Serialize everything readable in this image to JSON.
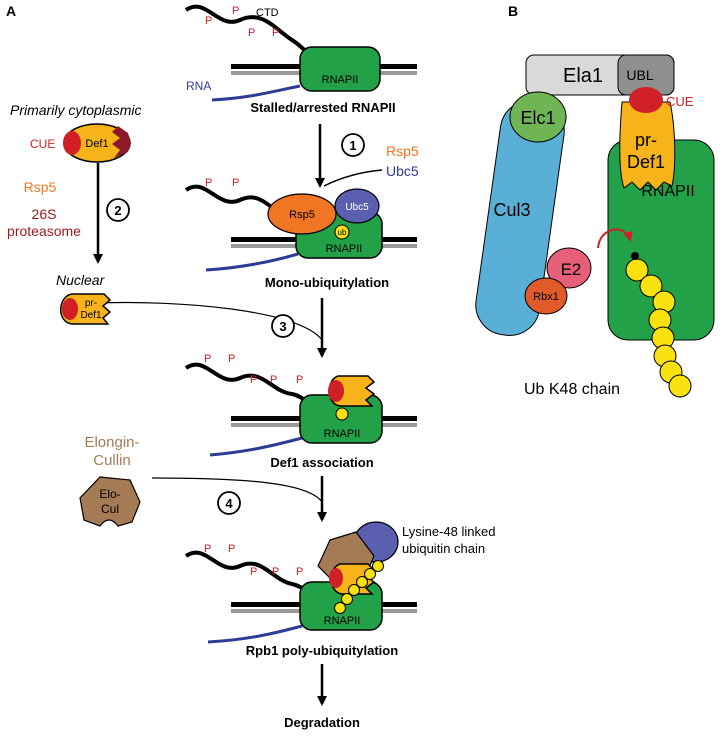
{
  "panel_a": {
    "label": "A",
    "stages": {
      "s1": "Stalled/arrested RNAPII",
      "s2": "Mono-ubiquitylation",
      "s3": "Def1 association",
      "s4": "Rpb1 poly-ubiquitylation",
      "s5": "Degradation"
    },
    "steps": {
      "n1": "1",
      "n2": "2",
      "n3": "3",
      "n4": "4"
    },
    "labels": {
      "ctd": "CTD",
      "rna": "RNA",
      "rnapii": "RNAPII",
      "phospho": "P",
      "rsp5": "Rsp5",
      "ubc5": "Ubc5",
      "ub": "ub",
      "primarily_cytoplasmic": "Primarily cytoplasmic",
      "cue": "CUE",
      "def1": "Def1",
      "proteasome_26s_l1": "26S",
      "proteasome_26s_l2": "proteasome",
      "nuclear": "Nuclear",
      "pr_def1_l1": "pr-",
      "pr_def1_l2": "Def1",
      "elongin_l1": "Elongin-",
      "elongin_l2": "Cullin",
      "elo_l1": "Elo-",
      "elo_l2": "Cul",
      "lys48_l1": "Lysine-48 linked",
      "lys48_l2": "ubiquitin chain"
    }
  },
  "panel_b": {
    "label": "B",
    "labels": {
      "ela1": "Ela1",
      "ubl": "UBL",
      "elc1": "Elc1",
      "cue": "CUE",
      "pr_def1_l1": "pr-",
      "pr_def1_l2": "Def1",
      "cul3": "Cul3",
      "rnapii": "RNAPII",
      "e2": "E2",
      "rbx1": "Rbx1",
      "ub_chain": "Ub K48 chain"
    }
  },
  "colors": {
    "rnapii_green": "#22a148",
    "rsp5_orange": "#f07623",
    "ubc5_purple": "#5b5fb0",
    "def1_yellow": "#f6b41a",
    "cue_red": "#d01f26",
    "ubiquitin_yellow": "#f9e20f",
    "elongin_brown": "#a57b55",
    "rna_blue": "#2f3c96",
    "cul3_blue": "#5aafd6",
    "elc1_green": "#6fb556",
    "e2_pink": "#e6607a",
    "rbx1_orange": "#e05a2a",
    "ela1_gray": "#d9d9d9",
    "ubl_gray": "#8f8f8f"
  }
}
